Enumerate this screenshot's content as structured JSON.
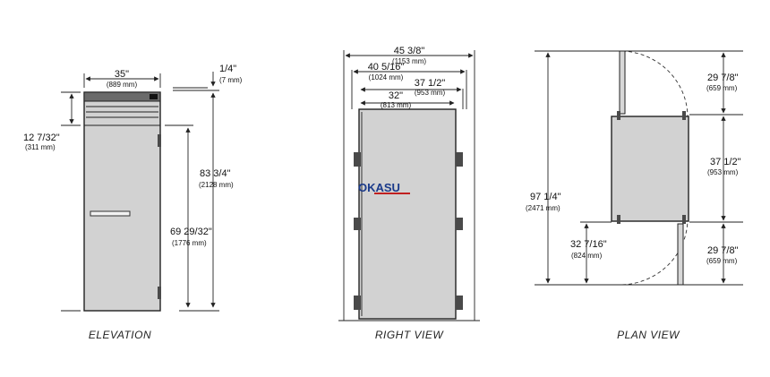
{
  "elevation": {
    "caption": "ELEVATION",
    "width_in": "35\"",
    "width_mm": "(889 mm)",
    "gap_in": "1/4\"",
    "gap_mm": "(7 mm)",
    "top_in": "12 7/32\"",
    "top_mm": "(311 mm)",
    "total_h_in": "83 3/4\"",
    "total_h_mm": "(2128 mm)",
    "door_h_in": "69 29/32\"",
    "door_h_mm": "(1776 mm)"
  },
  "right_view": {
    "caption": "RIGHT VIEW",
    "d1_in": "45 3/8\"",
    "d1_mm": "(1153 mm)",
    "d2_in": "40 5/16\"",
    "d2_mm": "(1024 mm)",
    "d3_in": "37 1/2\"",
    "d3_mm": "(953 mm)",
    "d4_in": "32\"",
    "d4_mm": "(813 mm)",
    "watermark": "OKASU"
  },
  "plan_view": {
    "caption": "PLAN VIEW",
    "total_in": "97 1/4\"",
    "total_mm": "(2471 mm)",
    "top_in": "29 7/8\"",
    "top_mm": "(659 mm)",
    "mid_in": "37 1/2\"",
    "mid_mm": "(953 mm)",
    "bot_in": "29 7/8\"",
    "bot_mm": "(659 mm)",
    "left_in": "32 7/16\"",
    "left_mm": "(824 mm)"
  }
}
